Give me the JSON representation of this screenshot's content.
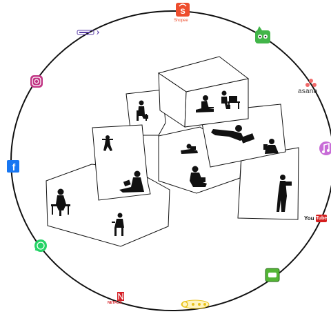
{
  "diagram": {
    "apps": {
      "shopee": {
        "label": "Shopee",
        "color": "#ee4d2d"
      },
      "asana": {
        "label": "asana",
        "color": "#f06a6a"
      },
      "youtube": {
        "label_you": "You",
        "label_tube": "Tube",
        "color": "#d51e1e"
      },
      "netflix": {
        "label": "NETFLIX",
        "color": "#d61f26"
      },
      "instagram": {
        "color": "#c13584"
      },
      "facebook": {
        "color": "#1877f2"
      },
      "whatsapp": {
        "color": "#25d366"
      },
      "tokopedia": {
        "color": "#42b549"
      },
      "itunes": {
        "color": "#c86dd7"
      },
      "line": {
        "color": "#53b535"
      },
      "clubhouse": {
        "color": "#5b3ea8"
      },
      "bottom-logo": {
        "color": "#e8c21a"
      }
    },
    "colors": {
      "ring": "#111111",
      "room_fill": "#ffffff",
      "silhouette": "#111111"
    }
  }
}
